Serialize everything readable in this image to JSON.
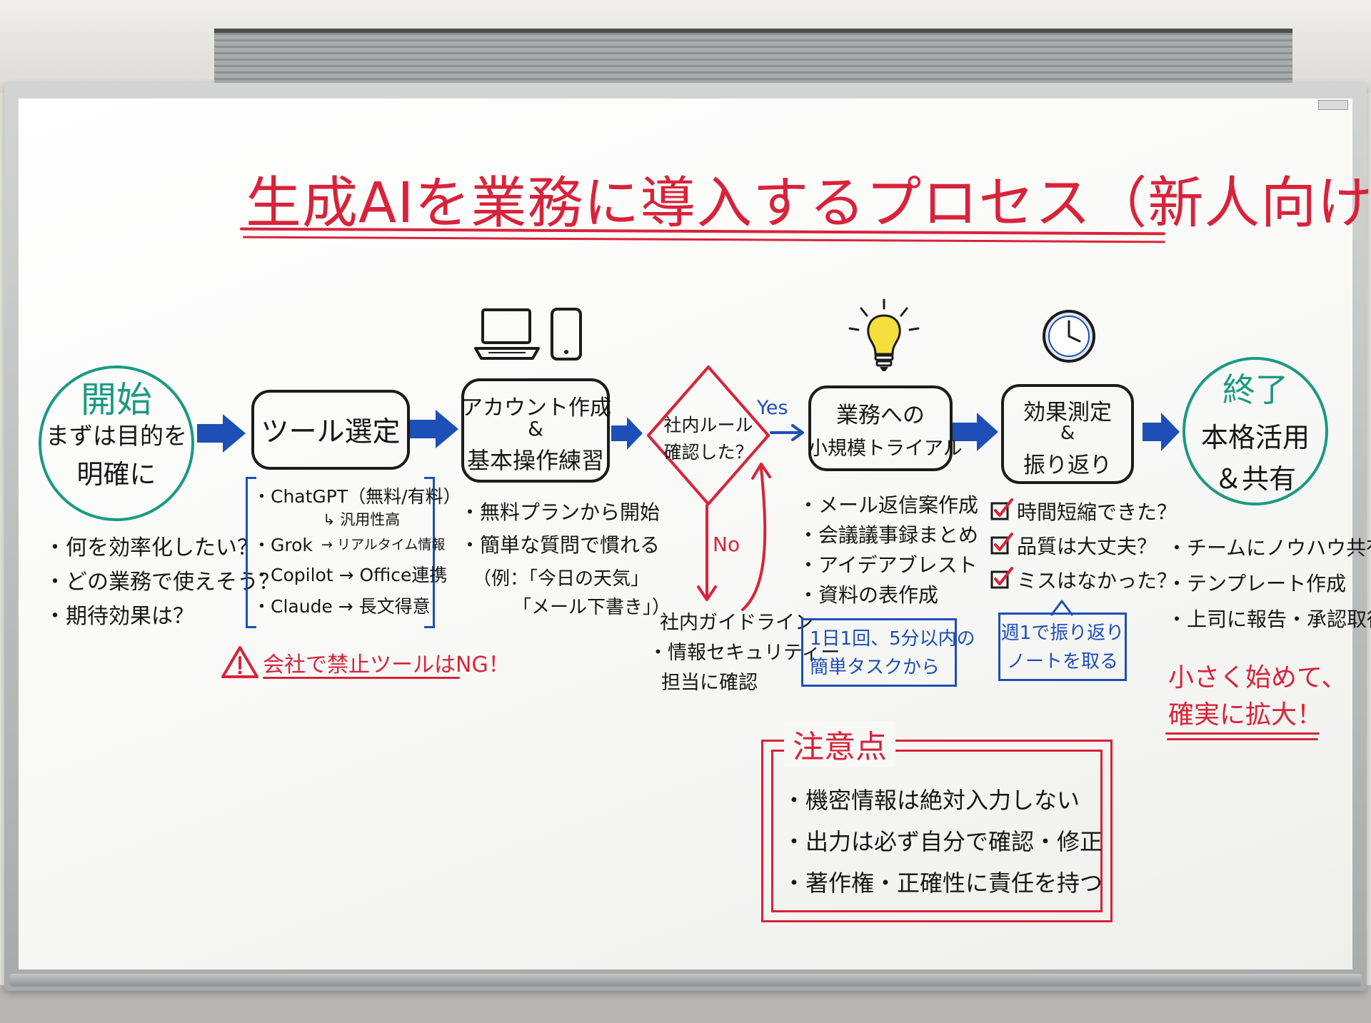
{
  "title": "生成AIを業務に導入するプロセス（新人向け）",
  "start": {
    "heading": "開始",
    "line1": "まずは目的を",
    "line2": "明確に",
    "notes": [
      "・何を効率化したい？",
      "・どの業務で使えそう？",
      "・期待効果は？"
    ]
  },
  "tool": {
    "label": "ツール選定",
    "items": [
      {
        "line": "・ChatGPT（無料/有料）",
        "sub": "↳ 汎用性高"
      },
      {
        "line": "・Grok",
        "sub": "→ リアルタイム情報"
      },
      {
        "line": "・Copilot → Office連携"
      },
      {
        "line": "・Claude → 長文得意"
      }
    ],
    "warning": "会社で禁止ツールはNG！"
  },
  "account": {
    "line1": "アカウント作成",
    "line2": "&",
    "line3": "基本操作練習",
    "notes": [
      "・無料プランから開始",
      "・簡単な質問で慣れる",
      "（例：「今日の天気」",
      "「メール下書き」）"
    ]
  },
  "decision": {
    "line1": "社内ルール",
    "line2": "確認した？",
    "yes": "Yes",
    "no": "No",
    "no_notes": [
      "社内ガイドライン",
      "・情報セキュリティー",
      "担当に確認"
    ]
  },
  "trial": {
    "line1": "業務への",
    "line2": "小規模トライアル",
    "notes": [
      "・メール返信案作成",
      "・会議議事録まとめ",
      "・アイデアブレスト",
      "・資料の表作成"
    ],
    "tip1": "1日1回、5分以内の",
    "tip2": "簡単タスクから"
  },
  "measure": {
    "line1": "効果測定",
    "line2": "&",
    "line3": "振り返り",
    "checks": [
      "時間短縮できた？",
      "品質は大丈夫？",
      "ミスはなかった？"
    ],
    "tip1": "週1で振り返り",
    "tip2": "ノートを取る"
  },
  "end": {
    "heading": "終了",
    "line1": "本格活用",
    "line2": "＆共有",
    "notes": [
      "・チームにノウハウ共有",
      "・テンプレート作成",
      "・上司に報告・承認取得"
    ],
    "slogan1": "小さく始めて、",
    "slogan2": "確実に拡大！"
  },
  "caution": {
    "heading": "注意点",
    "items": [
      "・機密情報は絶対入力しない",
      "・出力は必ず自分で確認・修正",
      "・著作権・正確性に責任を持つ"
    ]
  },
  "colors": {
    "red": "#d8233a",
    "blue": "#1d4fb6",
    "green": "#1a9a80",
    "ink": "#1b1b1b"
  }
}
